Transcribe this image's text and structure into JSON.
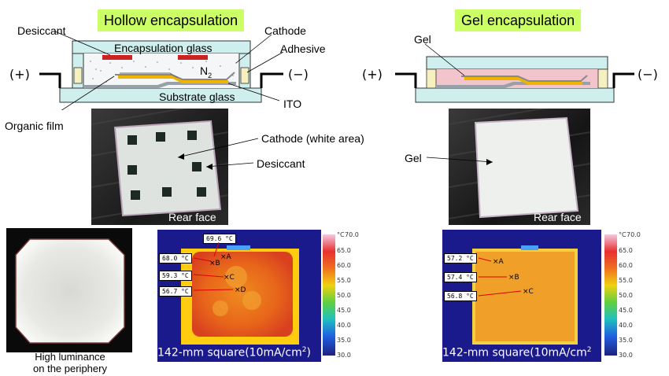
{
  "left_title": "Hollow encapsulation",
  "right_title": "Gel encapsulation",
  "hollow_diagram": {
    "desiccant": "Desiccant",
    "encapsulation_glass": "Encapsulation glass",
    "cathode": "Cathode",
    "adhesive": "Adhesive",
    "n2": "N",
    "n2_sub": "2",
    "substrate_glass": "Substrate glass",
    "ito": "ITO",
    "organic_film": "Organic film",
    "plus": "(+)",
    "minus": "(−)"
  },
  "gel_diagram": {
    "gel": "Gel",
    "plus": "(+)",
    "minus": "(−)"
  },
  "hollow_photo": {
    "cathode_label": "Cathode (white area)",
    "desiccant_label": "Desiccant",
    "caption": "Rear face"
  },
  "gel_photo": {
    "gel_label": "Gel",
    "caption": "Rear face"
  },
  "luminance_caption_line1": "High luminance",
  "luminance_caption_line2": "on the periphery",
  "thermo_left": {
    "caption_main": "142-mm square(10mA/cm",
    "caption_sup": "2",
    "caption_end": ")",
    "top_reading": "69.6 °C",
    "readings": [
      "68.0 °C",
      "59.3 °C",
      "56.7 °C"
    ],
    "points": [
      "A",
      "B",
      "C",
      "D"
    ]
  },
  "thermo_right": {
    "caption_main": "142-mm square(10mA/cm",
    "caption_sup": "2",
    "readings": [
      "57.2 °C",
      "57.4 °C",
      "56.8 °C"
    ],
    "points": [
      "A",
      "B",
      "C"
    ]
  },
  "scale": {
    "unit": "°C",
    "ticks": [
      "70.0",
      "65.0",
      "60.0",
      "55.0",
      "50.0",
      "45.0",
      "40.0",
      "35.0",
      "30.0"
    ]
  },
  "colors": {
    "title_badge": "#ccff66",
    "cathode_strip": "#f0b400",
    "desiccant": "#cc2222",
    "gel": "#f2c4cc",
    "glass": "#cfeeee",
    "thermo_bg": "#1a1a8c"
  }
}
